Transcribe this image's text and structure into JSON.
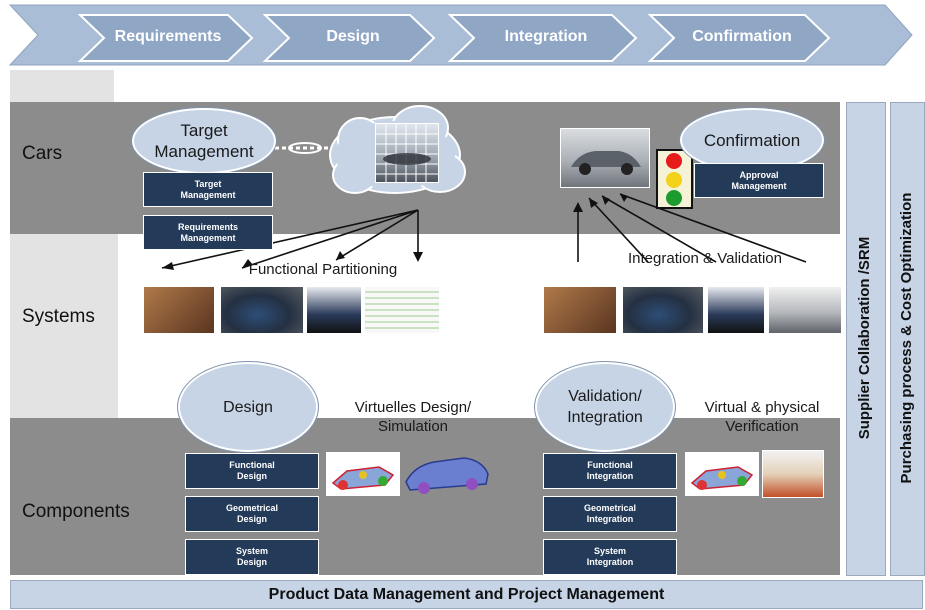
{
  "process_steps": [
    "Requirements",
    "Design",
    "Integration",
    "Confirmation"
  ],
  "rows": {
    "cars": "Cars",
    "systems": "Systems",
    "components": "Components"
  },
  "cars": {
    "target_management_ellipse": "Target Management",
    "target_management_box": "Target Management",
    "requirements_management_box": "Requirements Management",
    "confirmation_ellipse": "Confirmation",
    "approval_management_box": "Approval Management"
  },
  "systems": {
    "functional_partitioning": "Functional Partitioning",
    "integration_validation": "Integration & Validation"
  },
  "components": {
    "design_ellipse": "Design",
    "virtual_design_caption": "Virtuelles Design/ Simulation",
    "validation_ellipse": "Validation/ Integration",
    "verification_caption": "Virtual & physical Verification",
    "design_boxes": [
      "Functional Design",
      "Geometrical Design",
      "System Design"
    ],
    "integration_boxes": [
      "Functional Integration",
      "Geometrical Integration",
      "System Integration"
    ]
  },
  "side_bars": {
    "supplier": "Supplier Collaboration /SRM",
    "purchasing": "Purchasing process & Cost Optimization"
  },
  "footer": "Product Data Management and Project Management",
  "colors": {
    "band": "#8c8c8c",
    "ellipse_fill": "#c6d4e6",
    "navy_box": "#233a59",
    "top_arrow": "#a9bdd6",
    "footer": "#c6d4e6"
  }
}
